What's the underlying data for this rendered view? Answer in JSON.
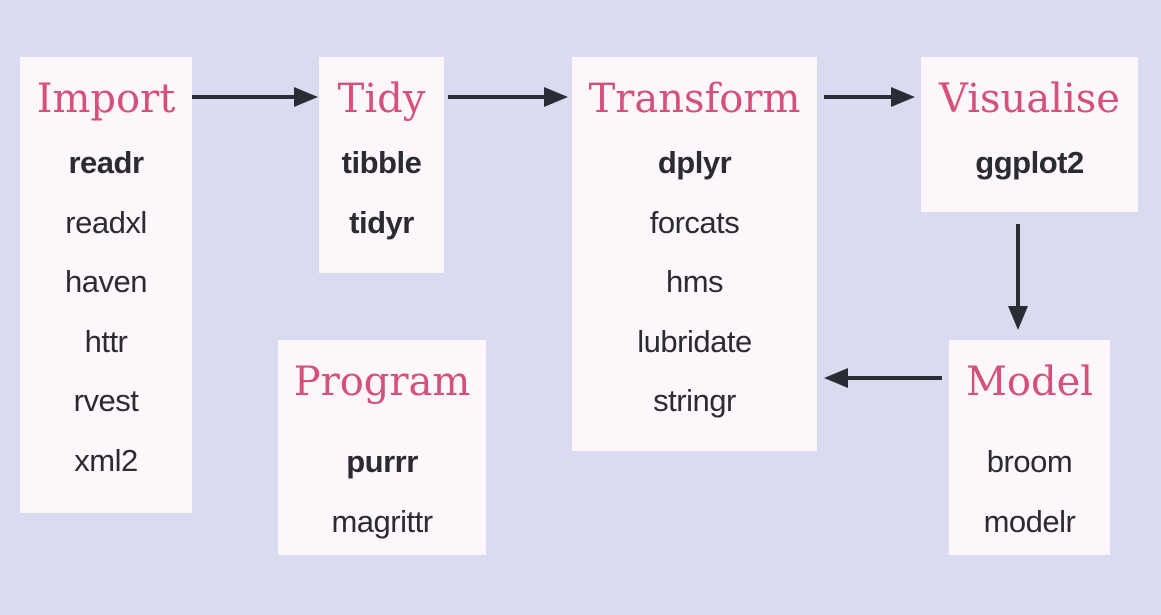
{
  "colors": {
    "background": "#d9dbf1",
    "box": "#fdf6fb",
    "title": "#d6517a",
    "text": "#2b2b33",
    "arrow": "#2b2b33"
  },
  "stages": {
    "import": {
      "title": "Import",
      "packages": [
        {
          "name": "readr",
          "core": true
        },
        {
          "name": "readxl",
          "core": false
        },
        {
          "name": "haven",
          "core": false
        },
        {
          "name": "httr",
          "core": false
        },
        {
          "name": "rvest",
          "core": false
        },
        {
          "name": "xml2",
          "core": false
        }
      ]
    },
    "tidy": {
      "title": "Tidy",
      "packages": [
        {
          "name": "tibble",
          "core": true
        },
        {
          "name": "tidyr",
          "core": true
        }
      ]
    },
    "transform": {
      "title": "Transform",
      "packages": [
        {
          "name": "dplyr",
          "core": true
        },
        {
          "name": "forcats",
          "core": false
        },
        {
          "name": "hms",
          "core": false
        },
        {
          "name": "lubridate",
          "core": false
        },
        {
          "name": "stringr",
          "core": false
        }
      ]
    },
    "visualise": {
      "title": "Visualise",
      "packages": [
        {
          "name": "ggplot2",
          "core": true
        }
      ]
    },
    "model": {
      "title": "Model",
      "packages": [
        {
          "name": "broom",
          "core": false
        },
        {
          "name": "modelr",
          "core": false
        }
      ]
    },
    "program": {
      "title": "Program",
      "packages": [
        {
          "name": "purrr",
          "core": true
        },
        {
          "name": "magrittr",
          "core": false
        }
      ]
    }
  },
  "arrows": [
    {
      "from": "import",
      "to": "tidy"
    },
    {
      "from": "tidy",
      "to": "transform"
    },
    {
      "from": "transform",
      "to": "visualise"
    },
    {
      "from": "visualise",
      "to": "model"
    },
    {
      "from": "model",
      "to": "transform"
    }
  ]
}
